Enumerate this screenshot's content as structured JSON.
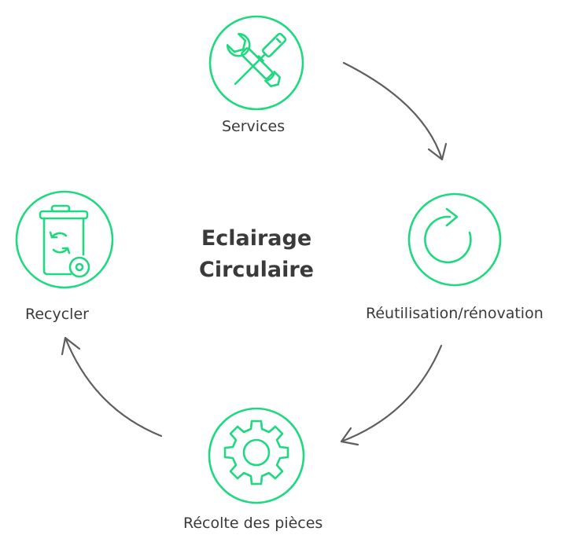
{
  "title": {
    "line1": "Eclairage",
    "line2": "Circulaire"
  },
  "colors": {
    "accent": "#1ed97f",
    "arrow": "#5e5e5e",
    "text": "#3a3a3a"
  },
  "nodes": [
    {
      "label": "Services",
      "icon": "tools-icon"
    },
    {
      "label": "Réutilisation/rénovation",
      "icon": "refresh-icon"
    },
    {
      "label": "Récolte des pièces",
      "icon": "gear-icon"
    },
    {
      "label": "Recycler",
      "icon": "recycle-bin-icon"
    }
  ]
}
